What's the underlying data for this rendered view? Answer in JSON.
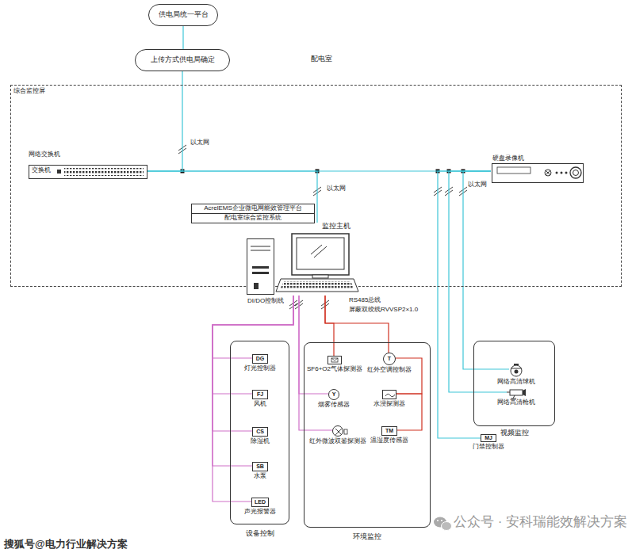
{
  "diagram": {
    "nodes": [
      {
        "text": [
          "供电局统一平台"
        ]
      },
      {
        "text": [
          "上传方式供电局确定"
        ]
      },
      {
        "text": [
          "综合监控屏"
        ]
      },
      {
        "text": [
          "网络交换机",
          "交换机"
        ],
        "in": 2
      },
      {
        "text": [
          "硬盘录像机"
        ],
        "in": 2
      },
      {
        "text": [
          "AcrelEMS企业微电网能效管理平台"
        ],
        "in": 2
      },
      {
        "text": [
          "配电室综合监控系统"
        ],
        "in": 2
      },
      {
        "text": [
          "监控主机"
        ],
        "in": 2
      },
      {
        "text": [
          "设备控制"
        ]
      },
      {
        "text": [
          "DG",
          "灯光控制器"
        ],
        "in": 8
      },
      {
        "text": [
          "FJ",
          "风机"
        ],
        "in": 8
      },
      {
        "text": [
          "CS",
          "除湿机"
        ],
        "in": 8
      },
      {
        "text": [
          "SB",
          "水泵"
        ],
        "in": 8
      },
      {
        "text": [
          "LED",
          "声光报警器"
        ],
        "in": 8
      },
      {
        "text": [
          "环境监控"
        ]
      },
      {
        "text": [
          "SF6+O2气体探测器"
        ],
        "in": 14
      },
      {
        "text": [
          "T",
          "红外空调控制器"
        ],
        "in": 14
      },
      {
        "text": [
          "Y",
          "烟雾传感器"
        ],
        "in": 14
      },
      {
        "text": [
          "水浸探测器"
        ],
        "in": 14
      },
      {
        "text": [
          "红外微波双鉴探测器"
        ],
        "in": 14
      },
      {
        "text": [
          "TM",
          "温湿度传感器"
        ],
        "in": 14
      },
      {
        "text": [
          "视频监控"
        ]
      },
      {
        "text": [
          "网络高清球机"
        ],
        "in": 21
      },
      {
        "text": [
          "网络高清枪机"
        ],
        "in": 21
      },
      {
        "text": [
          "MJ",
          "门禁控制器"
        ]
      }
    ],
    "edges": [
      {
        "from": 0,
        "to": 1,
        "arrow": "none"
      },
      {
        "from": 1,
        "to": 3,
        "arrow": "none"
      },
      {
        "from": 3,
        "to": 4,
        "arrow": "none"
      },
      {
        "from": 3,
        "to": 7,
        "arrow": "none"
      },
      {
        "from": 4,
        "to": 22,
        "arrow": "none"
      },
      {
        "from": 4,
        "to": 23,
        "arrow": "none"
      },
      {
        "from": 4,
        "to": 24,
        "arrow": "none"
      },
      {
        "from": 7,
        "to": 9,
        "arrow": "none"
      },
      {
        "from": 7,
        "to": 10,
        "arrow": "none"
      },
      {
        "from": 7,
        "to": 11,
        "arrow": "none"
      },
      {
        "from": 7,
        "to": 12,
        "arrow": "none"
      },
      {
        "from": 7,
        "to": 13,
        "arrow": "none"
      },
      {
        "from": 7,
        "to": 17,
        "arrow": "none"
      },
      {
        "from": 7,
        "to": 19,
        "arrow": "none"
      },
      {
        "from": 7,
        "to": 15,
        "arrow": "none"
      },
      {
        "from": 7,
        "to": 16,
        "arrow": "none"
      },
      {
        "from": 16,
        "to": 18,
        "arrow": "none"
      },
      {
        "from": 18,
        "to": 20,
        "arrow": "none"
      }
    ],
    "labels": [
      "配电室",
      "以太网",
      "以太网",
      "以太网",
      "DI/DO控制线",
      "RS485总线",
      "屏蔽双绞线RVVSP2×1.0",
      "搜狐号@电力行业解决方案",
      "公众号 · 安科瑞能效解决方案"
    ]
  }
}
